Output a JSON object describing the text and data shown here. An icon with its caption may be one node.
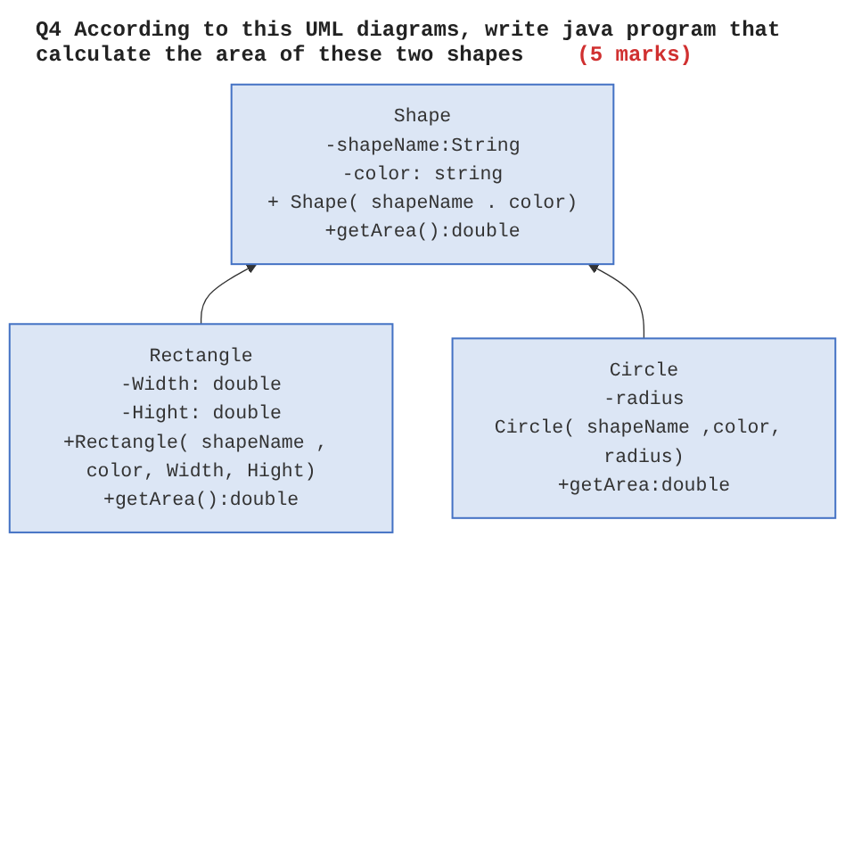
{
  "diagram": {
    "title": "Q4 According to this UML diagrams, write java program that calculate the area of these two shapes",
    "nodes": [
      {
        "text": [
          "Shape",
          "-shapeName:String",
          "-color: string",
          "+ Shape( shapeName . color)",
          "+getArea():double"
        ]
      },
      {
        "text": [
          "Rectangle",
          "-Width: double",
          "-Hight: double",
          "+Rectangle( shapeName , color, Width, Hight)",
          "+getArea():double"
        ]
      },
      {
        "text": [
          "Circle",
          "-radius",
          "Circle( shapeName ,color, radius)",
          "+getArea:double"
        ]
      }
    ],
    "edges": [
      {
        "from": 1,
        "to": 0,
        "arrow": "to"
      },
      {
        "from": 2,
        "to": 0,
        "arrow": "to"
      }
    ],
    "labels": [
      "(5 marks)"
    ]
  }
}
